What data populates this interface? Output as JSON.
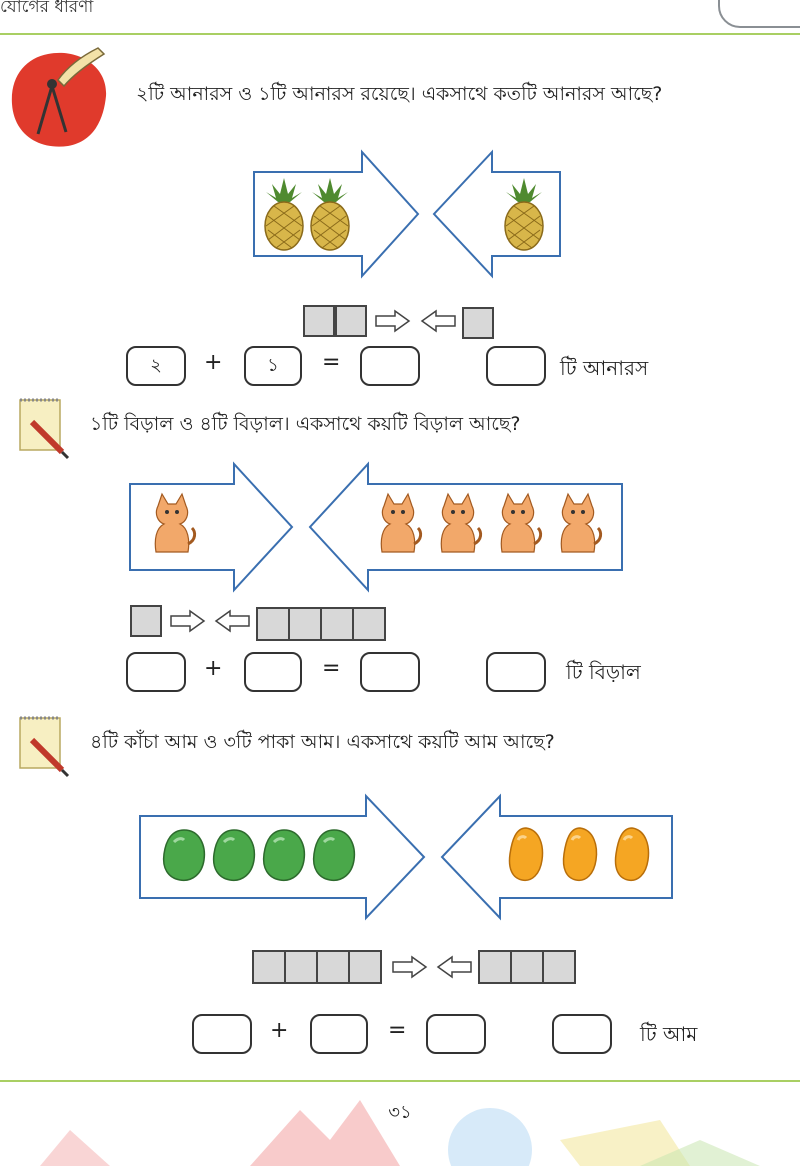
{
  "header": {
    "title": "যোগের ধারণা"
  },
  "problems": [
    {
      "question": "২টি আনারস ও ১টি আনারস রয়েছে। একসাথে কতটি আনারস আছে?",
      "left_count": 2,
      "right_count": 1,
      "left_fruit": "pineapple-icon",
      "right_fruit": "pineapple-icon",
      "eq_left": "২",
      "eq_right": "১",
      "eq_result": "",
      "answer": "",
      "unit": "টি আনারস"
    },
    {
      "question": "১টি বিড়াল ও ৪টি বিড়াল। একসাথে কয়টি বিড়াল আছে?",
      "left_count": 1,
      "right_count": 4,
      "left_fruit": "cat-icon",
      "right_fruit": "cat-icon",
      "eq_left": "",
      "eq_right": "",
      "eq_result": "",
      "answer": "",
      "unit": "টি বিড়াল"
    },
    {
      "question": "৪টি কাঁচা আম ও ৩টি পাকা আম। একসাথে কয়টি আম আছে?",
      "left_count": 4,
      "right_count": 3,
      "left_fruit": "green-mango-icon",
      "right_fruit": "ripe-mango-icon",
      "eq_left": "",
      "eq_right": "",
      "eq_result": "",
      "answer": "",
      "unit": "টি আম"
    }
  ],
  "symbols": {
    "plus": "+",
    "equals": "="
  },
  "page_number": "৩১",
  "colors": {
    "arrow_stroke": "#3a6fb0",
    "rule": "#a9cf63",
    "box_fill": "#d8d8d8"
  }
}
